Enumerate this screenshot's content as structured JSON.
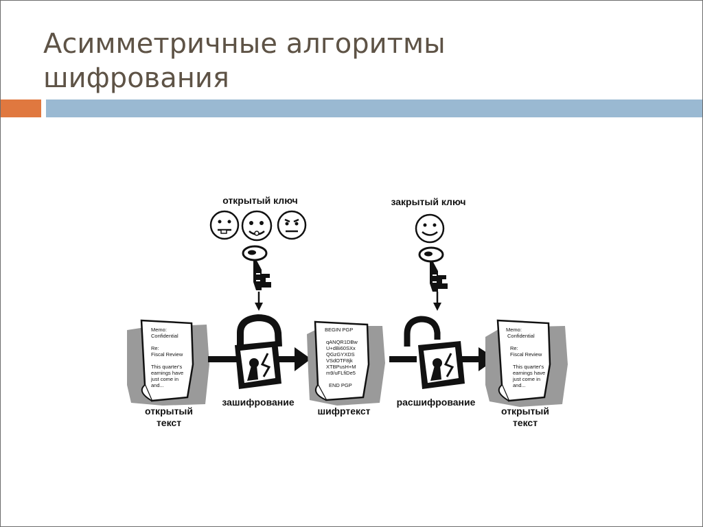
{
  "slide": {
    "title_line1": "Асимметричные алгоритмы",
    "title_line2": "шифрования"
  },
  "diagram": {
    "public_key_label": "открытый ключ",
    "private_key_label": "закрытый ключ",
    "encryption_label": "зашифрование",
    "decryption_label": "расшифрование",
    "plaintext_left": [
      "открытый",
      "текст"
    ],
    "ciphertext_label": "шифртекст",
    "plaintext_right": [
      "открытый",
      "текст"
    ],
    "memo_lines": [
      "Memo:",
      "Confidential",
      "",
      "Re:",
      "Fiscal Review",
      "",
      "This quarter's",
      "earnings have",
      "just come in",
      "and..."
    ],
    "cipher_lines": [
      "BEGIN PGP",
      "",
      "qANQR1DBw",
      "U+dBi60SXx",
      "QGzGYXDS",
      "VSdOTF8jk",
      "XTBPusH+M",
      "m9/uFLfiDe5",
      "",
      "END PGP"
    ]
  }
}
